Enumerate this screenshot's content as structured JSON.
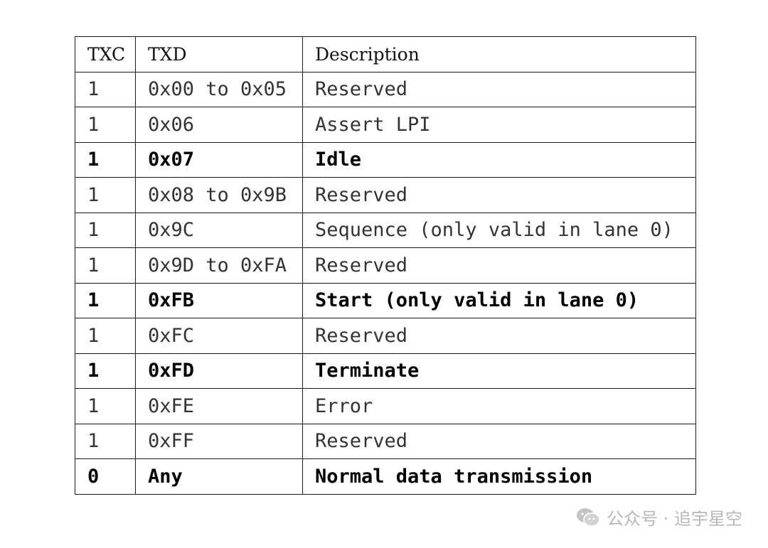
{
  "table": {
    "headers": {
      "txc": "TXC",
      "txd": "TXD",
      "description": "Description"
    },
    "rows": [
      {
        "txc": "1",
        "txd": "0x00 to 0x05",
        "description": "Reserved",
        "emphasis": false
      },
      {
        "txc": "1",
        "txd": "0x06",
        "description": "Assert LPI",
        "emphasis": false
      },
      {
        "txc": "1",
        "txd": "0x07",
        "description": "Idle",
        "emphasis": true
      },
      {
        "txc": "1",
        "txd": "0x08 to 0x9B",
        "description": "Reserved",
        "emphasis": false
      },
      {
        "txc": "1",
        "txd": "0x9C",
        "description": "Sequence (only valid in lane 0)",
        "emphasis": false
      },
      {
        "txc": "1",
        "txd": "0x9D to 0xFA",
        "description": "Reserved",
        "emphasis": false
      },
      {
        "txc": "1",
        "txd": "0xFB",
        "description": "Start (only valid in lane 0)",
        "emphasis": true
      },
      {
        "txc": "1",
        "txd": "0xFC",
        "description": "Reserved",
        "emphasis": false
      },
      {
        "txc": "1",
        "txd": "0xFD",
        "description": "Terminate",
        "emphasis": true
      },
      {
        "txc": "1",
        "txd": "0xFE",
        "description": "Error",
        "emphasis": false
      },
      {
        "txc": "1",
        "txd": "0xFF",
        "description": "Reserved",
        "emphasis": false
      },
      {
        "txc": "0",
        "txd": "Any",
        "description": "Normal data transmission",
        "emphasis": true
      }
    ]
  },
  "watermark": {
    "text": "公众号 · 追宇星空",
    "icon": "wechat-icon",
    "color": "#b8b8b8"
  }
}
